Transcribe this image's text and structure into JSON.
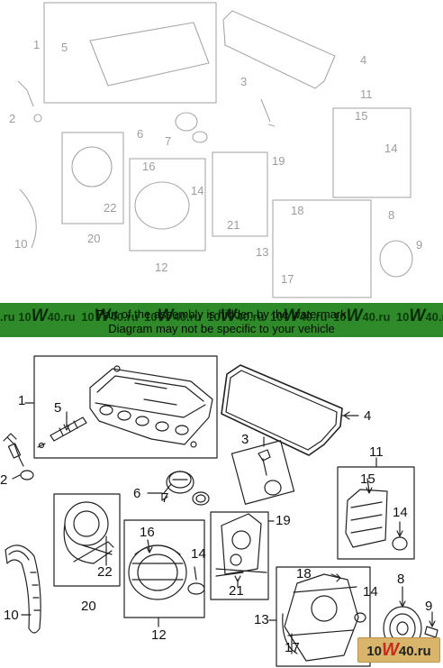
{
  "banner": {
    "line1": "Part of the assembly is hidden by the watermark",
    "line2": "Diagram may not be specific to your vehicle"
  },
  "watermark": {
    "prefix": "10",
    "letter": "W",
    "suffix": "40",
    "tld": ".ru"
  },
  "colors": {
    "banner_green": "#2f8a2a",
    "badge_gold": "#d8b56a",
    "badge_w_red": "#c62b1f",
    "line": "#222222"
  },
  "callouts": [
    "1",
    "2",
    "3",
    "4",
    "5",
    "6",
    "7",
    "8",
    "9",
    "10",
    "11",
    "12",
    "13",
    "14",
    "15",
    "16",
    "17",
    "18",
    "19",
    "20",
    "21",
    "22"
  ],
  "callouts_ext": {
    "a": "14",
    "b": "7",
    "c": "14"
  }
}
